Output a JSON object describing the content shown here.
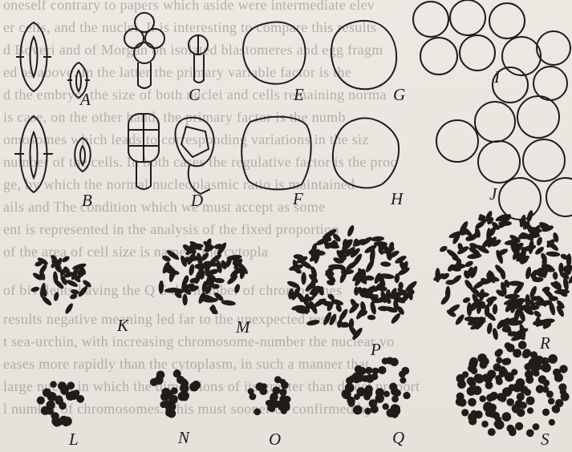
{
  "bleed_lines": [
    "oneself contrary to papers which aside were intermediate elev",
    "er cells, and the nuclei. It is interesting to compare this results",
    "d Boveri and of Morgan on isolated blastomeres and egg fragm",
    "ed as above. In the latter the primary variable factor is the",
    "d the embryo, the size of both nuclei and cells remaining norma",
    "is case, on the other hand, the primary factor is the numb",
    "omosomes which leads to corresponding variations in the siz",
    "number of the cells. In both cases the regulative factor is the proc",
    "ge, by which the normal nucleoplasmic ratio is maintained",
    "ails and The condition which we must accept as some",
    "ent is represented in the analysis of the fixed proportion",
    "of the area of cell size is namely the cytopla",
    "of bivalents having the Q S the number of chromosomes",
    "results negative meaning led far to the unexpected result",
    "t sea-urchin, with increasing chromosome-number the nuclear vo",
    "eases more rapidly than the cytoplasm, in such a manner that",
    "large nuclei in which the dimensions of its greater than direct proport",
    "l number of chromosomes. This must sooner be confirmed by"
  ],
  "figure_labels": {
    "A": "A",
    "B": "B",
    "C": "C",
    "D": "D",
    "E": "E",
    "F": "F",
    "G": "G",
    "H": "H",
    "I": "I",
    "J": "J",
    "K": "K",
    "L": "L",
    "M": "M",
    "N": "N",
    "O": "O",
    "P": "P",
    "Q": "Q",
    "R": "R",
    "S": "S"
  },
  "colors": {
    "ink": "#1f1c19",
    "paper": "#e9e5df"
  }
}
